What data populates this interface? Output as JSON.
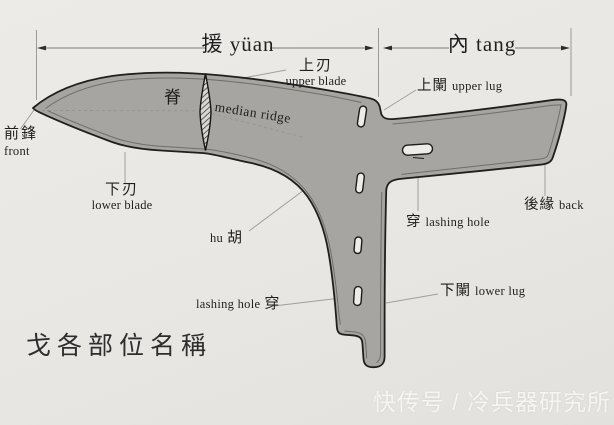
{
  "title": "戈各部位名稱",
  "watermark": "快传号 / 冷兵器研究所",
  "colors": {
    "background": "#e9e7e3",
    "bronze_fill": "#a7a5a1",
    "outline": "#1f1f1f",
    "leader_line": "#9a9995",
    "text": "#1f1f1f",
    "watermark_text": "#f8f7f4"
  },
  "dimensions": {
    "yuan": {
      "zh": "援",
      "en": "yüan"
    },
    "nei": {
      "zh": "內",
      "en": "tang"
    }
  },
  "labels": {
    "upper_blade": {
      "zh": "上刃",
      "en": "upper blade"
    },
    "ridge": {
      "zh": "脊"
    },
    "median_ridge": {
      "en": "median ridge"
    },
    "front": {
      "zh": "前鋒",
      "en": "front"
    },
    "lower_blade": {
      "zh": "下刃",
      "en": "lower blade"
    },
    "hu": {
      "en": "hu",
      "zh": "胡"
    },
    "lashing_hole_left": {
      "en": "lashing hole",
      "zh": "穿"
    },
    "upper_lug": {
      "zh": "上闌",
      "en": "upper lug"
    },
    "lashing_hole_tang": {
      "zh": "穿",
      "en": "lashing hole"
    },
    "back": {
      "zh": "後緣",
      "en": "back"
    },
    "lower_lug": {
      "zh": "下闌",
      "en": "lower lug"
    }
  }
}
